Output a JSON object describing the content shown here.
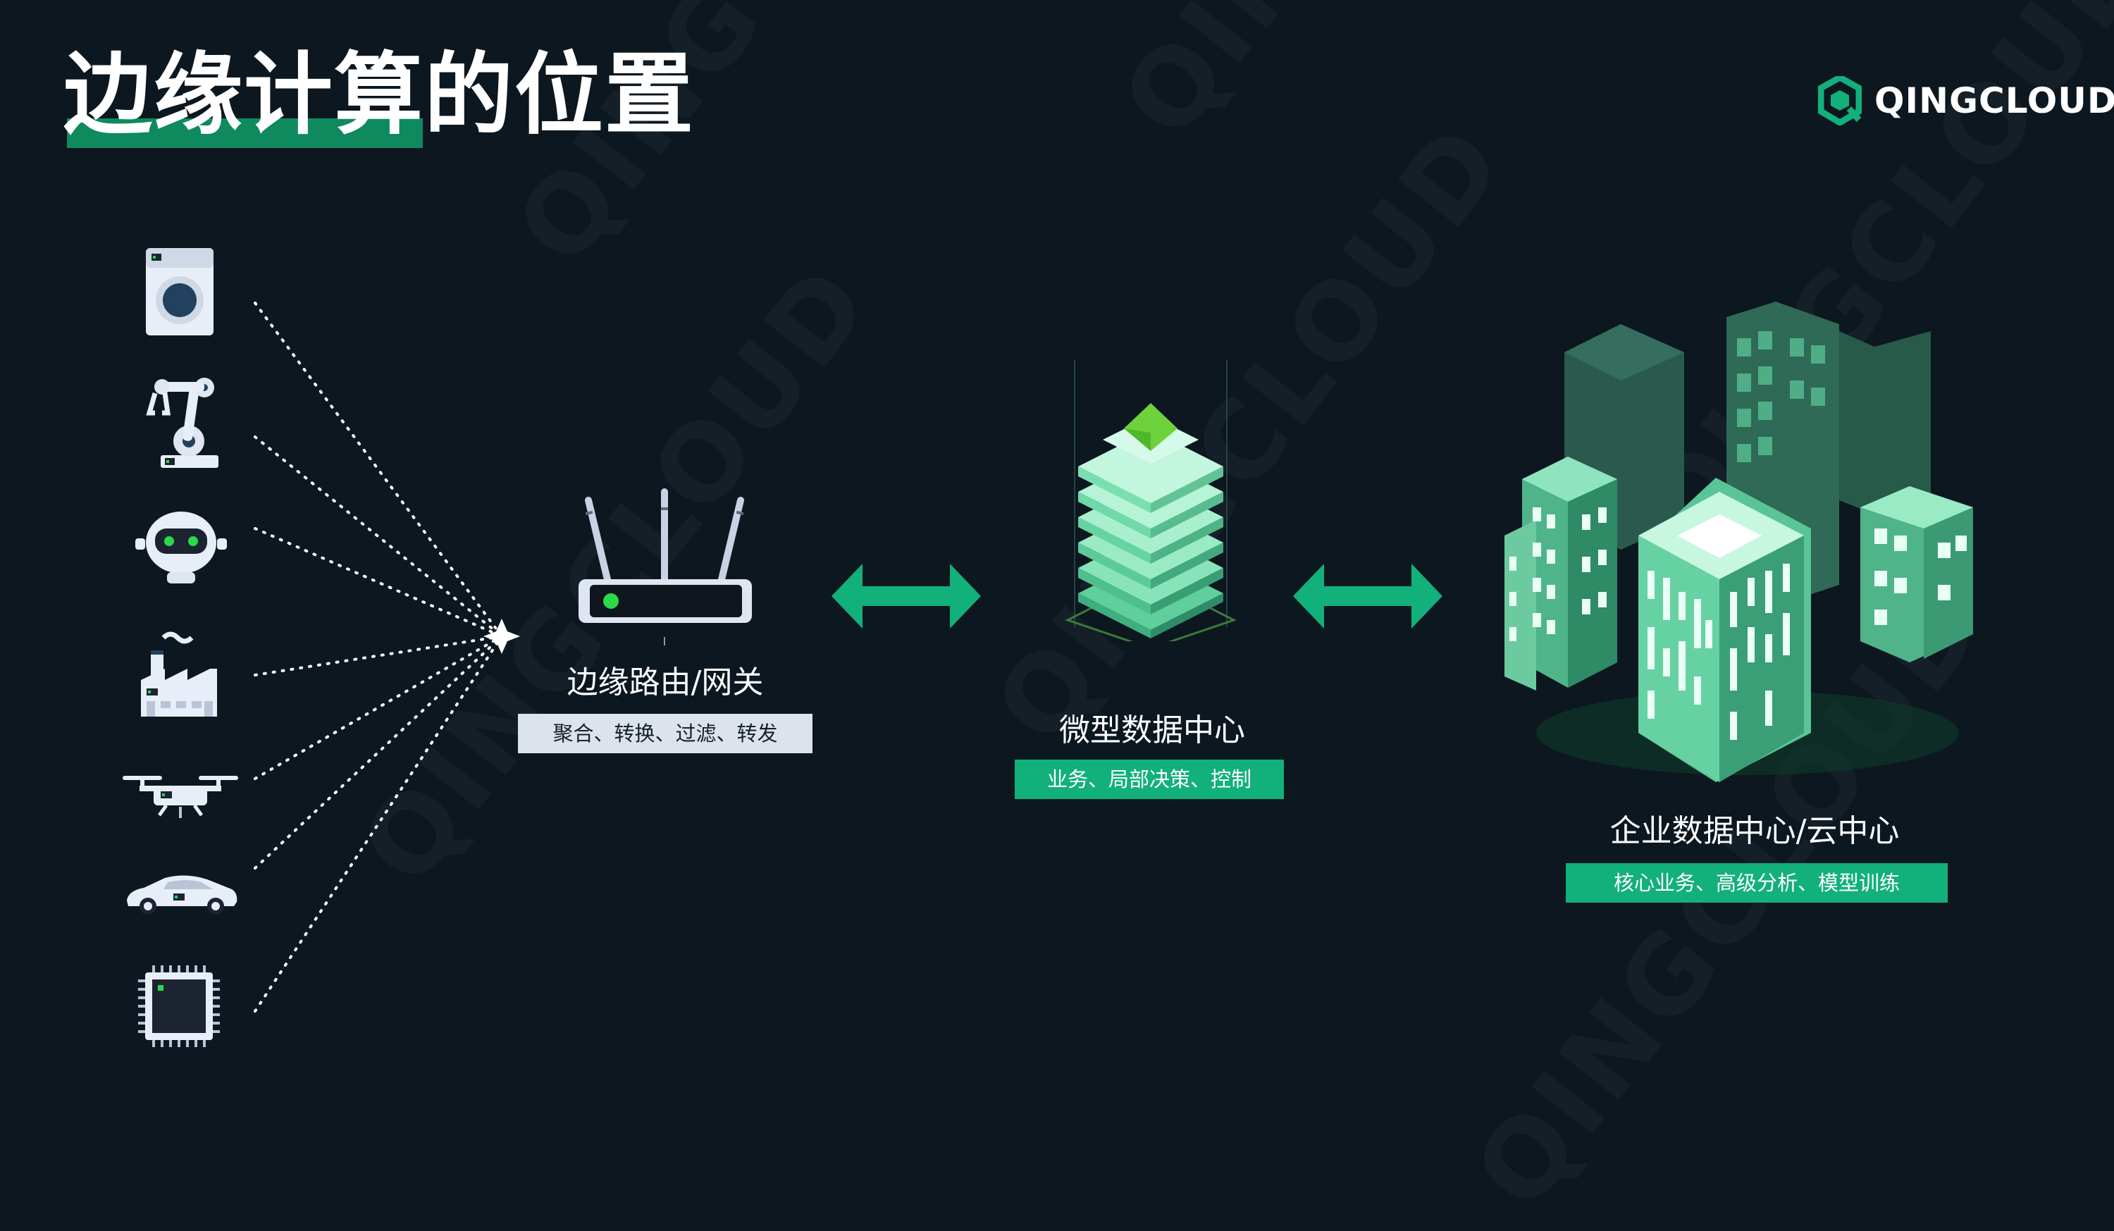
{
  "title": "边缘计算的位置",
  "logo": {
    "text": "QINGCLOUD"
  },
  "watermark": "QINGCLOUD",
  "devices": [
    {
      "icon": "washing-machine-icon"
    },
    {
      "icon": "robot-arm-icon"
    },
    {
      "icon": "robot-head-icon"
    },
    {
      "icon": "factory-icon"
    },
    {
      "icon": "drone-icon"
    },
    {
      "icon": "car-icon"
    },
    {
      "icon": "chip-icon"
    }
  ],
  "nodes": {
    "gateway": {
      "label": "边缘路由/网关",
      "tag": "聚合、转换、过滤、转发"
    },
    "micro_dc": {
      "label": "微型数据中心",
      "tag": "业务、局部决策、控制"
    },
    "enterprise_dc": {
      "label": "企业数据中心/云中心",
      "tag": "核心业务、高级分析、模型训练"
    }
  },
  "colors": {
    "background": "#0c1720",
    "accent_green": "#12b07a",
    "title_bar": "#0f8a5e",
    "tag_light": "#dce3ea"
  }
}
